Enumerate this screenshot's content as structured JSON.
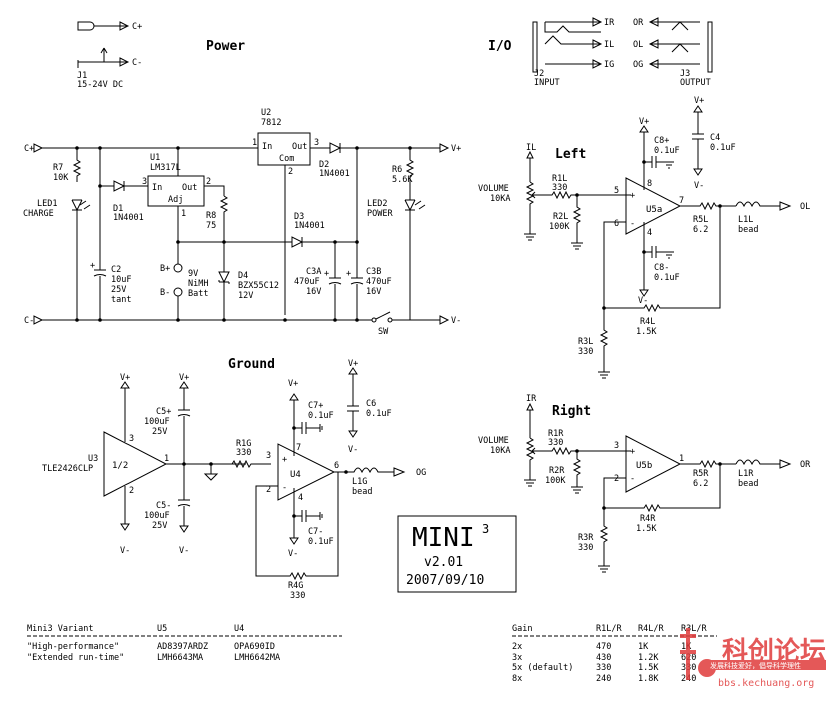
{
  "sections": {
    "power": "Power",
    "io": "I/O",
    "left": "Left",
    "right": "Right",
    "ground": "Ground"
  },
  "rails": {
    "c_plus": "C+",
    "c_minus": "C-",
    "v_plus": "V+",
    "v_minus": "V-"
  },
  "jacks": {
    "j1": {
      "ref": "J1",
      "desc": "15-24V DC"
    },
    "j2": {
      "ref": "J2",
      "desc": "INPUT",
      "pins": [
        "IR",
        "IL",
        "IG"
      ]
    },
    "j3": {
      "ref": "J3",
      "desc": "OUTPUT",
      "pins": [
        "OR",
        "OL",
        "OG"
      ]
    }
  },
  "power_parts": {
    "u1": {
      "ref": "U1",
      "val": "LM317L",
      "in": "In",
      "out": "Out",
      "adj": "Adj",
      "pin_in": "3",
      "pin_out": "2",
      "pin_adj": "1"
    },
    "u2": {
      "ref": "U2",
      "val": "7812",
      "in": "In",
      "out": "Out",
      "com": "Com",
      "pin_in": "1",
      "pin_out": "3",
      "pin_com": "2"
    },
    "r7": {
      "ref": "R7",
      "val": "10K"
    },
    "led1": {
      "ref": "LED1",
      "val": "CHARGE"
    },
    "d1": {
      "ref": "D1",
      "val": "1N4001"
    },
    "d2": {
      "ref": "D2",
      "val": "1N4001"
    },
    "d3": {
      "ref": "D3",
      "val": "1N4001"
    },
    "r8": {
      "ref": "R8",
      "val": "75"
    },
    "c2": {
      "ref": "C2",
      "val": "10uF",
      "v": "25V",
      "t": "tant"
    },
    "batt": {
      "bp": "B+",
      "bm": "B-",
      "l1": "9V",
      "l2": "NiMH",
      "l3": "Batt"
    },
    "d4": {
      "ref": "D4",
      "val": "BZX55C12",
      "v": "12V"
    },
    "c3a": {
      "ref": "C3A",
      "val": "470uF",
      "v": "16V"
    },
    "c3b": {
      "ref": "C3B",
      "val": "470uF",
      "v": "16V"
    },
    "r6": {
      "ref": "R6",
      "val": "5.6K"
    },
    "led2": {
      "ref": "LED2",
      "val": "POWER"
    },
    "sw": {
      "ref": "SW"
    }
  },
  "left_parts": {
    "in": "IL",
    "vol": "VOLUME",
    "volv": "10KA",
    "r1": "R1L",
    "r1v": "330",
    "r2": "R2L",
    "r2v": "100K",
    "u": "U5a",
    "c8p": "C8+",
    "c8pv": "0.1uF",
    "c8m": "C8-",
    "c8mv": "0.1uF",
    "c4": "C4",
    "c4v": "0.1uF",
    "r5": "R5L",
    "r5v": "6.2",
    "l1": "L1L",
    "l1v": "bead",
    "out": "OL",
    "r4": "R4L",
    "r4v": "1.5K",
    "r3": "R3L",
    "r3v": "330",
    "p5": "5",
    "p6": "6",
    "p7": "7",
    "p8": "8",
    "p4": "4"
  },
  "right_parts": {
    "in": "IR",
    "vol": "VOLUME",
    "volv": "10KA",
    "r1": "R1R",
    "r1v": "330",
    "r2": "R2R",
    "r2v": "100K",
    "u": "U5b",
    "r5": "R5R",
    "r5v": "6.2",
    "l1": "L1R",
    "l1v": "bead",
    "out": "OR",
    "r4": "R4R",
    "r4v": "1.5K",
    "r3": "R3R",
    "r3v": "330",
    "p3": "3",
    "p2": "2",
    "p1": "1"
  },
  "ground_parts": {
    "u3": "U3",
    "u3v": "TLE2426CLP",
    "u3l": "1/2",
    "c5p": "C5+",
    "c5pv": "100uF",
    "c5pvv": "25V",
    "c5m": "C5-",
    "c5mv": "100uF",
    "c5mvv": "25V",
    "r1": "R1G",
    "r1v": "330",
    "u4": "U4",
    "c7p": "C7+",
    "c7pv": "0.1uF",
    "c7m": "C7-",
    "c7mv": "0.1uF",
    "c6": "C6",
    "c6v": "0.1uF",
    "l1": "L1G",
    "l1v": "bead",
    "out": "OG",
    "r4": "R4G",
    "r4v": "330",
    "p3": "3",
    "p2": "2",
    "p1": "1",
    "u4p3": "3",
    "u4p2": "2",
    "u4p7": "7",
    "u4p4": "4",
    "u4p6": "6"
  },
  "title_block": {
    "name": "MINI",
    "sup": "3",
    "version": "v2.01",
    "date": "2007/09/10"
  },
  "variant_table": {
    "headers": [
      "Mini3 Variant",
      "U5",
      "U4"
    ],
    "rows": [
      [
        "\"High-performance\"",
        "AD8397ARDZ",
        "OPA690ID"
      ],
      [
        "\"Extended run-time\"",
        "LMH6643MA",
        "LMH6642MA"
      ]
    ]
  },
  "gain_table": {
    "headers": [
      "Gain",
      "R1L/R",
      "R4L/R",
      "R3L/R"
    ],
    "rows": [
      [
        "2x",
        "470",
        "1K",
        "1K"
      ],
      [
        "3x",
        "430",
        "1.2K",
        "620"
      ],
      [
        "5x (default)",
        "330",
        "1.5K",
        "330"
      ],
      [
        "8x",
        "240",
        "1.8K",
        "240"
      ]
    ]
  },
  "watermark": {
    "title": "科创论坛",
    "slogan": "发展科技爱好，倡导科学理性",
    "url": "bbs.kechuang.org",
    "color": "#e03c3c"
  }
}
